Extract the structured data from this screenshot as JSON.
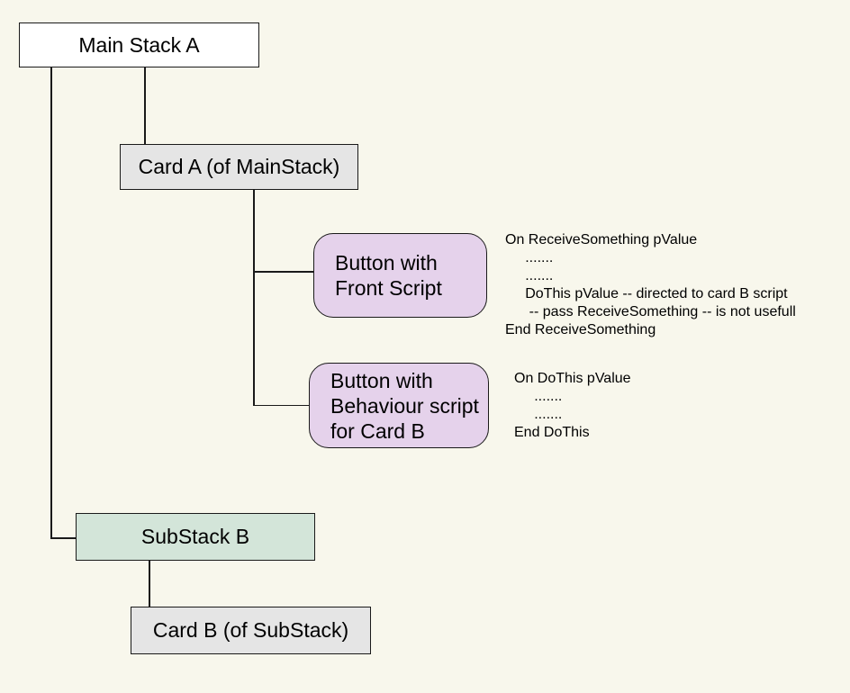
{
  "diagram": {
    "background_color": "#f8f7ec",
    "connector_color": "#1a1a1a",
    "nodes": {
      "main_stack": {
        "label": "Main Stack A",
        "fill": "#ffffff"
      },
      "card_a": {
        "label": "Card A (of MainStack)",
        "fill": "#e5e5e5"
      },
      "button_front": {
        "lines": [
          "Button with",
          "Front Script"
        ],
        "fill": "#e5d2eb"
      },
      "button_behaviour": {
        "lines": [
          "Button with",
          "Behaviour script",
          "for Card B"
        ],
        "fill": "#e5d2eb"
      },
      "substack_b": {
        "label": "SubStack B",
        "fill": "#d3e5d9"
      },
      "card_b": {
        "label": "Card B (of SubStack)",
        "fill": "#e5e5e5"
      }
    },
    "scripts": {
      "front_script": {
        "lines": [
          "On ReceiveSomething pValue",
          "     .......",
          "     .......",
          "     DoThis pValue -- directed to card B script",
          "      -- pass ReceiveSomething -- is not usefull",
          "End ReceiveSomething"
        ]
      },
      "dothis_script": {
        "lines": [
          "On DoThis pValue",
          "     .......",
          "     .......",
          "End DoThis"
        ]
      }
    }
  }
}
